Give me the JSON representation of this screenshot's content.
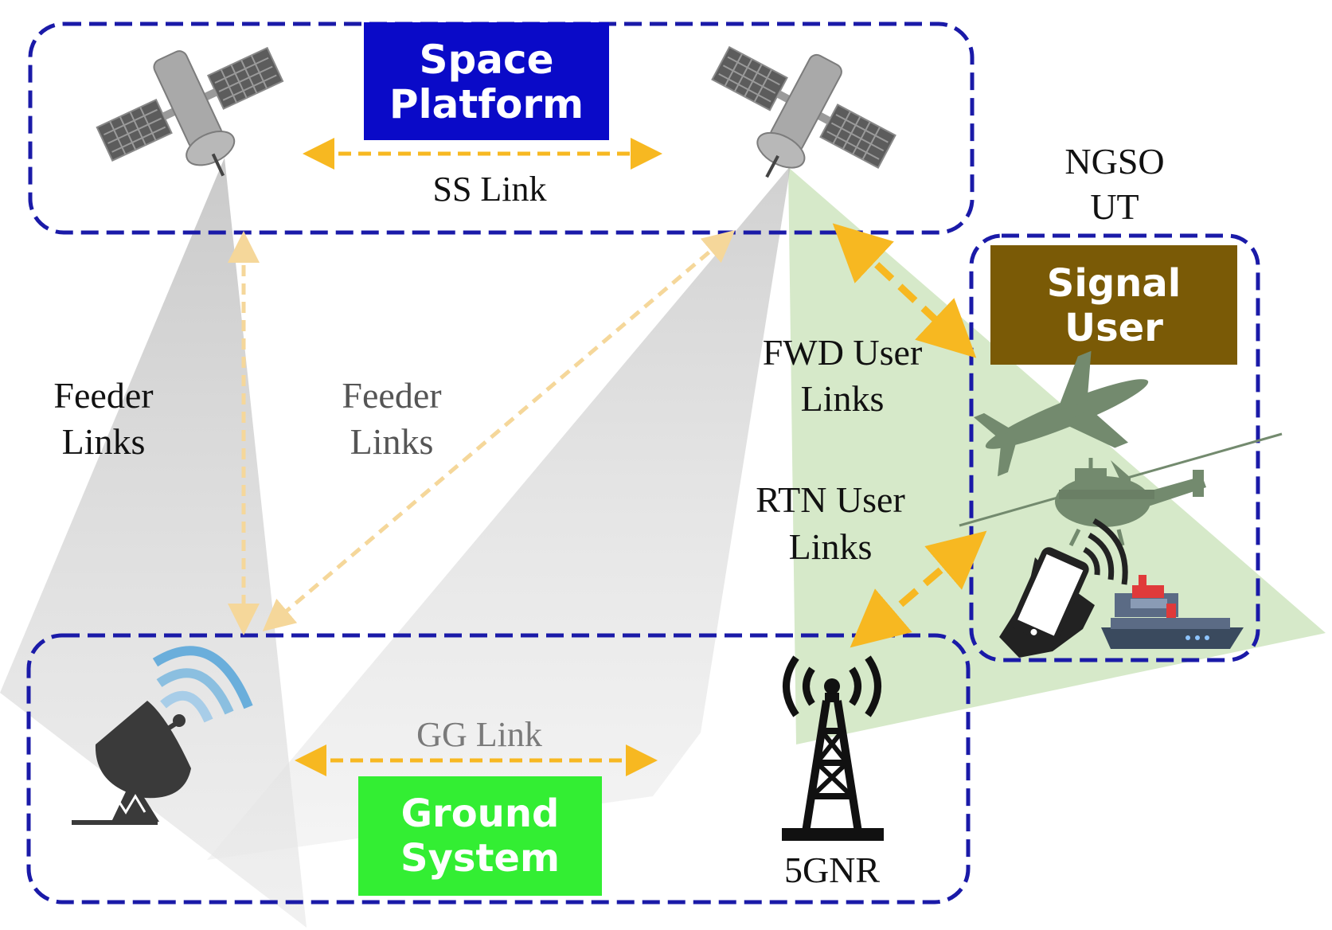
{
  "labels": {
    "space_platform": [
      "Space",
      "Platform"
    ],
    "ss_link": "SS Link",
    "ngso_ut": [
      "NGSO",
      "UT"
    ],
    "signal_user": [
      "Signal",
      "User"
    ],
    "fwd_user_links": [
      "FWD User",
      "Links"
    ],
    "rtn_user_links": [
      "RTN User",
      "Links"
    ],
    "feeder_links_left": [
      "Feeder",
      "Links"
    ],
    "feeder_links_right": [
      "Feeder",
      "Links"
    ],
    "gg_link": "GG Link",
    "ground_system": [
      "Ground",
      "System"
    ],
    "tower": "5GNR"
  },
  "colors": {
    "box_border": "#1a1aa8",
    "space_platform_fill": "#0a0ac8",
    "signal_user_fill": "#7a5a06",
    "ground_system_fill": "#33ee33",
    "link_arrow": "#f7b821",
    "beam_grey": "#c8c8c8",
    "beam_green": "#cfe6c0",
    "vehicle_green": "#738a6e",
    "device_dark": "#333333"
  },
  "icons": [
    "satellite-left-icon",
    "satellite-right-icon",
    "airplane-icon",
    "helicopter-icon",
    "phone-icon",
    "ship-icon",
    "dish-antenna-icon",
    "cell-tower-icon"
  ]
}
